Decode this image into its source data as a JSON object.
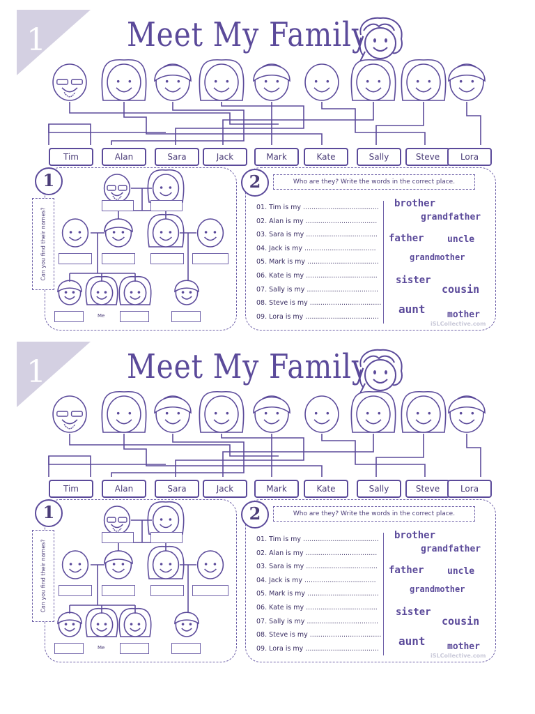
{
  "sheets": [
    {
      "corner_number": "1",
      "title": "Meet My Family",
      "names": [
        "Tim",
        "Alan",
        "Sara",
        "Jack",
        "Mark",
        "Kate",
        "Sally",
        "Steve",
        "Lora"
      ],
      "activity1": {
        "badge": "1",
        "side_label": "Can you find their names?",
        "me_label": "Me"
      },
      "activity2": {
        "badge": "2",
        "instruction": "Who are they? Write the words in the correct place.",
        "questions": [
          "01. Tim is my ....................................",
          "02. Alan is my ..................................",
          "03. Sara is my ..................................",
          "04. Jack is my ..................................",
          "05. Mark is my ..................................",
          "06. Kate is my ..................................",
          "07. Sally is my ..................................",
          "08. Steve is my ..................................",
          "09. Lora is my ..................................."
        ],
        "words": [
          "brother",
          "grandfather",
          "father",
          "uncle",
          "grandmother",
          "sister",
          "cousin",
          "aunt",
          "mother"
        ]
      },
      "watermark": "iSLCollective.com"
    },
    {
      "corner_number": "1",
      "title": "Meet My Family",
      "names": [
        "Tim",
        "Alan",
        "Sara",
        "Jack",
        "Mark",
        "Kate",
        "Sally",
        "Steve",
        "Lora"
      ],
      "activity1": {
        "badge": "1",
        "side_label": "Can you find their names?",
        "me_label": "Me"
      },
      "activity2": {
        "badge": "2",
        "instruction": "Who are they? Write the words in the correct place.",
        "questions": [
          "01. Tim is my ....................................",
          "02. Alan is my ..................................",
          "03. Sara is my ..................................",
          "04. Jack is my ..................................",
          "05. Mark is my ..................................",
          "06. Kate is my ..................................",
          "07. Sally is my ..................................",
          "08. Steve is my ..................................",
          "09. Lora is my ..................................."
        ],
        "words": [
          "brother",
          "grandfather",
          "father",
          "uncle",
          "grandmother",
          "sister",
          "cousin",
          "aunt",
          "mother"
        ]
      },
      "watermark": "iSLCollective.com"
    }
  ],
  "colors": {
    "ink": "#5b4a9a",
    "dashed": "#6e60a8",
    "corner": "#d4d0e2"
  }
}
